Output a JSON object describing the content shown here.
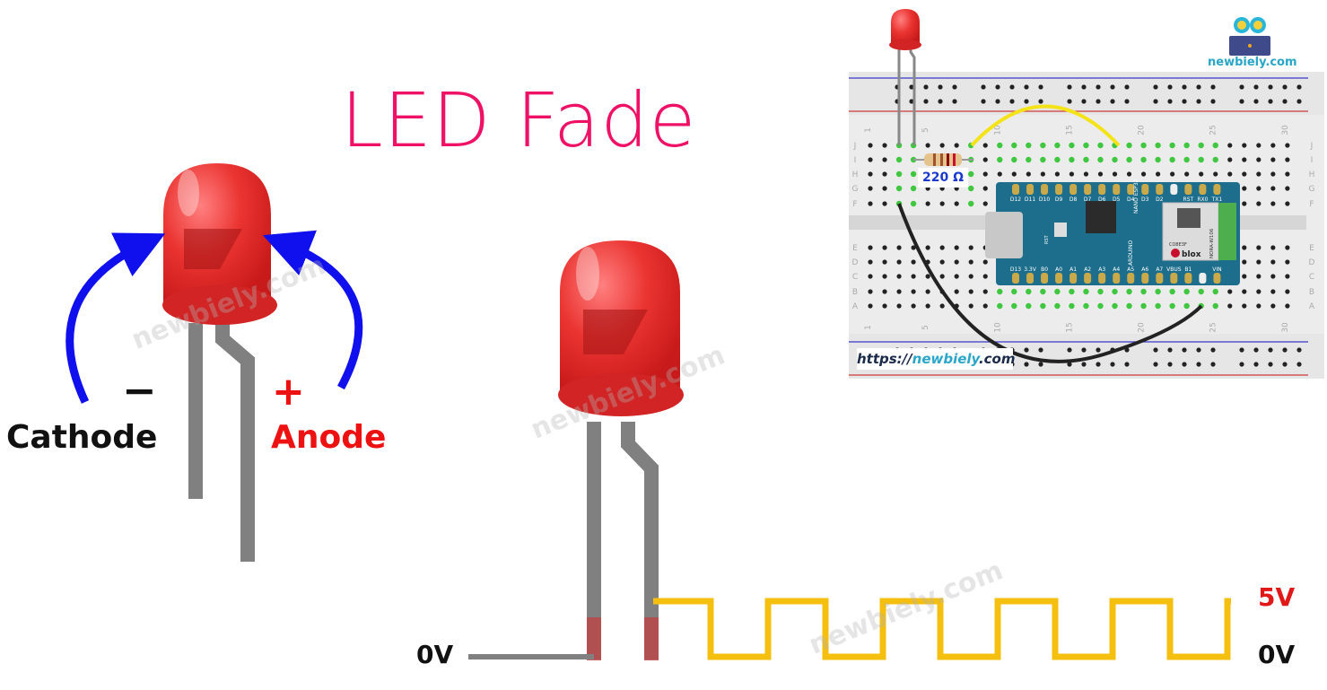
{
  "title": "LED Fade",
  "led_diagram": {
    "cathode_label": "Cathode",
    "cathode_sign": "−",
    "anode_label": "Anode",
    "anode_sign": "+",
    "led_color": "#e8312f",
    "arrow_color": "#1010ee"
  },
  "pwm_signal": {
    "high_label": "5V",
    "low_label": "0V",
    "ground_label": "0V",
    "signal_color": "#f5bf10",
    "pulses": 5
  },
  "watermark": "newbiely.com",
  "wiring": {
    "logo_text": "newbiely.com",
    "url_prefix": "https://",
    "url_domain": "newbiely",
    "url_suffix": ".com",
    "resistor_label": "220 Ω",
    "row_letters_top": [
      "J",
      "I",
      "H",
      "G",
      "F"
    ],
    "row_letters_bottom": [
      "E",
      "D",
      "C",
      "B",
      "A"
    ],
    "column_numbers": [
      "1",
      "5",
      "10",
      "15",
      "20",
      "25",
      "30"
    ],
    "board": {
      "top_pins": [
        "D12",
        "D11",
        "D10",
        "D9",
        "D8",
        "D7",
        "D6",
        "D5",
        "D4",
        "D3",
        "D2",
        "",
        "RST",
        "RX0",
        "TX1"
      ],
      "bottom_pins": [
        "D13",
        "3.3V",
        "B0",
        "A0",
        "A1",
        "A2",
        "A3",
        "A4",
        "A5",
        "A6",
        "A7",
        "VBUS",
        "B1",
        "",
        "VIN"
      ],
      "model_text": "NANO ESP32",
      "brand_text": "ARDUINO",
      "module_brand": "blox",
      "module_code": "CO8E3F",
      "module_model": "NORA-W106",
      "button_label": "RST"
    }
  }
}
